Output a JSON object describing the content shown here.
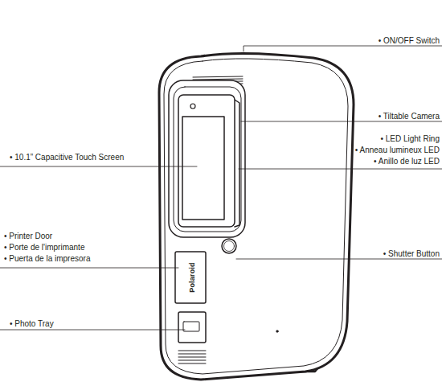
{
  "diagram": {
    "labels": [
      "• ON/OFF Switch",
      "• Tiltable Camera",
      "• LED Light Ring",
      "• Anneau lumineux LED",
      "• Anillo de luz LED",
      "• 10.1” Capacitive Touch Screen",
      "• Printer Door",
      "• Porte de l'imprimante",
      "• Puerta de la impresora",
      "• Shutter Button",
      "• Photo Tray",
      "Polaroid"
    ]
  }
}
